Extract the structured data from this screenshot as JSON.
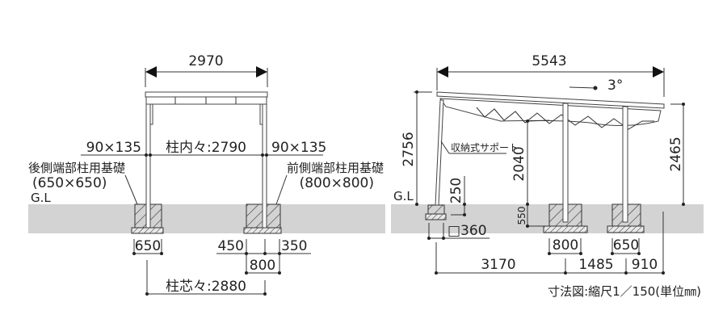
{
  "front_view": {
    "width_total": "2970",
    "post_size_left": "90×135",
    "post_inner": "柱内々:2790",
    "post_size_right": "90×135",
    "rear_foundation_label": "後側端部柱用基礎",
    "rear_foundation_size": "(650×650)",
    "front_foundation_label": "前側端部柱用基礎",
    "front_foundation_size": "(800×800)",
    "ground_level": "G.L",
    "rear_footing_width": "650",
    "front_offset_left": "450",
    "front_offset_right": "350",
    "front_footing_width": "800",
    "post_center": "柱芯々:2880"
  },
  "side_view": {
    "length_total": "5543",
    "slope": "3°",
    "height_rear": "2756",
    "support_label": "収納式サポート",
    "clearance": "2040",
    "height_front": "2465",
    "ground_level": "G.L",
    "support_depth": "250",
    "footing_depth": "550",
    "support_base": "□360",
    "footing_width_mid": "800",
    "footing_width_front": "650",
    "span_rear": "3170",
    "span_mid": "1485",
    "overhang": "910"
  },
  "caption": "寸法図:縮尺1／150(単位㎜)",
  "colors": {
    "ground": "#d3d3d3",
    "line": "#333333"
  }
}
